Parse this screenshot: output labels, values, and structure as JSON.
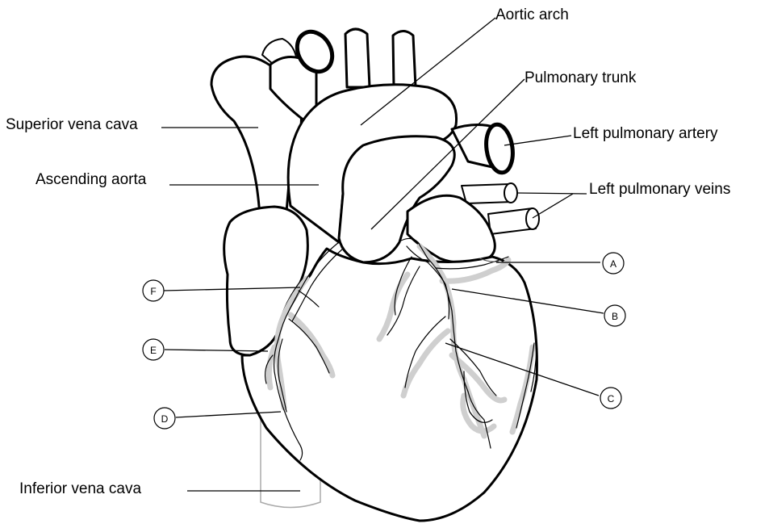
{
  "labels": {
    "aortic_arch": "Aortic arch",
    "pulmonary_trunk": "Pulmonary trunk",
    "superior_vena_cava": "Superior vena cava",
    "left_pulmonary_artery": "Left pulmonary artery",
    "ascending_aorta": "Ascending aorta",
    "left_pulmonary_veins": "Left pulmonary veins",
    "inferior_vena_cava": "Inferior vena cava"
  },
  "markers": {
    "a": "A",
    "b": "B",
    "c": "C",
    "d": "D",
    "e": "E",
    "f": "F"
  },
  "colors": {
    "outline": "#000000",
    "vessel_shading": "#cfcfcf",
    "fill": "#ffffff"
  }
}
